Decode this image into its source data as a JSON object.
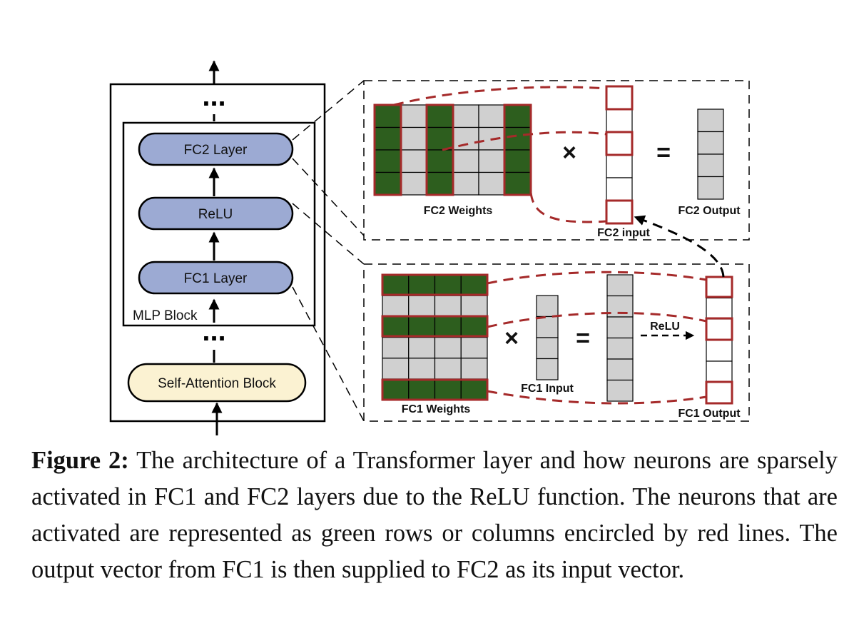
{
  "diagram": {
    "left_panel": {
      "top_ellipsis": "...",
      "mid_ellipsis": "...",
      "fc2_layer": "FC2 Layer",
      "relu": "ReLU",
      "fc1_layer": "FC1 Layer",
      "mlp_block": "MLP Block",
      "self_attention": "Self-Attention Block"
    },
    "fc2_detail": {
      "weights_label": "FC2 Weights",
      "input_label": "FC2 input",
      "output_label": "FC2 Output",
      "times": "×",
      "equals": "="
    },
    "fc1_detail": {
      "weights_label": "FC1 Weights",
      "input_label": "FC1 Input",
      "output_label": "FC1 Output",
      "relu_label": "ReLU",
      "times": "×",
      "equals": "="
    },
    "colors": {
      "active_neuron": "#2d5e1e",
      "inactive_cell": "#d0d0d0",
      "highlight": "#a52a2a",
      "layer_pill": "#9caad3",
      "attention_pill": "#fbf2d2"
    }
  },
  "caption": {
    "label": "Figure 2:",
    "text": " The architecture of a Transformer layer and how neurons are sparsely activated in FC1 and FC2 layers due to the ReLU function. The neurons that are activated are represented as green rows or columns encircled by red lines. The output vector from FC1 is then supplied to FC2 as its input vector."
  }
}
